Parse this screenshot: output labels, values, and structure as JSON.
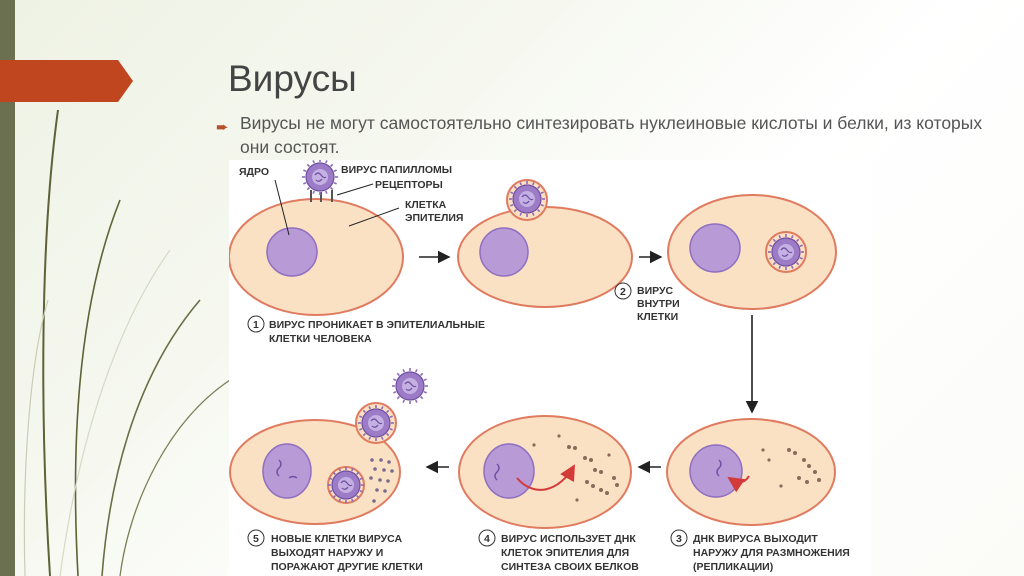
{
  "slide": {
    "title": "Вирусы",
    "bullet": "Вирусы не могут самостоятельно синтезировать нуклеиновые кислоты и белки, из которых они состоят."
  },
  "diagram": {
    "labels": {
      "nucleus": "ЯДРО",
      "virus": "ВИРУС ПАПИЛЛОМЫ",
      "receptors": "РЕЦЕПТОРЫ",
      "cell_line1": "КЛЕТКА",
      "cell_line2": "ЭПИТЕЛИЯ"
    },
    "steps": [
      {
        "num": "1",
        "lines": [
          "ВИРУС ПРОНИКАЕТ В ЭПИТЕЛИАЛЬНЫЕ",
          "КЛЕТКИ ЧЕЛОВЕКА"
        ]
      },
      {
        "num": "2",
        "lines": [
          "ВИРУС",
          "ВНУТРИ",
          "КЛЕТКИ"
        ]
      },
      {
        "num": "3",
        "lines": [
          "ДНК ВИРУСА ВЫХОДИТ",
          "НАРУЖУ ДЛЯ РАЗМНОЖЕНИЯ",
          "(РЕПЛИКАЦИИ)"
        ]
      },
      {
        "num": "4",
        "lines": [
          "ВИРУС ИСПОЛЬЗУЕТ ДНК",
          "КЛЕТОК ЭПИТЕЛИЯ ДЛЯ",
          "СИНТЕЗА СВОИХ БЕЛКОВ"
        ]
      },
      {
        "num": "5",
        "lines": [
          "НОВЫЕ КЛЕТКИ ВИРУСА",
          "ВЫХОДЯТ НАРУЖУ И",
          "ПОРАЖАЮТ ДРУГИЕ КЛЕТКИ"
        ]
      }
    ],
    "colors": {
      "cell_fill": "#fbe1c4",
      "cell_stroke": "#e07b60",
      "nucleus": "#b79ad6",
      "virus": "#9c7cc7",
      "accent_arrow": "#d33a3a"
    }
  }
}
